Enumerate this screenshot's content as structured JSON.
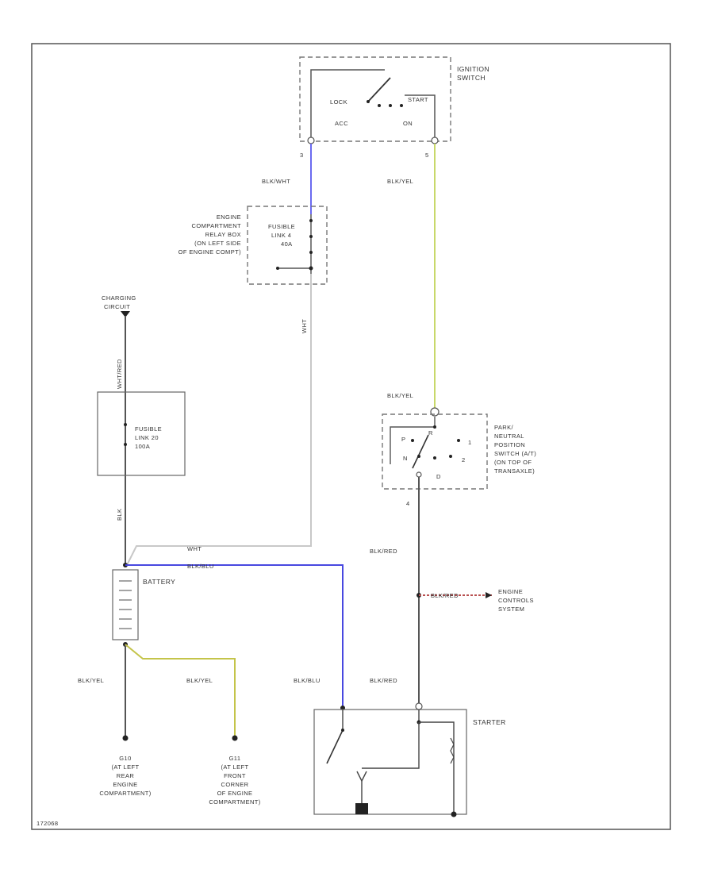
{
  "diagram_id": "172068",
  "colors": {
    "blk_wht": "#6a6af0",
    "blk_yel_top": "#c8d86a",
    "blk_yel_bottom": "#c4c44a",
    "blk_blu": "#4848e0",
    "wht": "#c8c8c8",
    "blk": "#555555",
    "blk_red_tap": "#b85050"
  },
  "ignition_switch": {
    "title_lines": [
      "IGNITION",
      "SWITCH"
    ],
    "positions": {
      "lock": "LOCK",
      "acc": "ACC",
      "on": "ON",
      "start": "START"
    },
    "pin_left": "3",
    "pin_right": "5",
    "wire_left": "BLK/WHT",
    "wire_right": "BLK/YEL"
  },
  "relay_box": {
    "title_lines": [
      "ENGINE",
      "COMPARTMENT",
      "RELAY BOX",
      "(ON LEFT SIDE",
      "OF ENGINE COMPT)"
    ],
    "fuse_lines": [
      "FUSIBLE",
      "LINK 4",
      "40A"
    ],
    "wire_out": "WHT"
  },
  "charging": {
    "title_lines": [
      "CHARGING",
      "CIRCUIT"
    ],
    "wire": "WHT/RED"
  },
  "fusible_link_20": {
    "lines": [
      "FUSIBLE",
      "LINK 20",
      "100A"
    ],
    "wire_below": "BLK"
  },
  "battery": {
    "label": "BATTERY",
    "wire_wht": "WHT",
    "wire_blu": "BLK/BLU"
  },
  "park_neutral": {
    "wire_top": "BLK/YEL",
    "title_lines": [
      "PARK/",
      "NEUTRAL",
      "POSITION",
      "SWITCH (A/T)",
      "(ON TOP OF",
      "TRANSAXLE)"
    ],
    "gear_letters": [
      "P",
      "R",
      "N",
      "D",
      "2",
      "1"
    ],
    "pin_bottom": "4",
    "wire_bottom": "BLK/RED"
  },
  "engine_controls": {
    "tap_wire": "BLK/RED",
    "lines": [
      "ENGINE",
      "CONTROLS",
      "SYSTEM"
    ]
  },
  "starter": {
    "label": "STARTER",
    "wire_left": "BLK/BLU",
    "wire_right": "BLK/RED"
  },
  "grounds": [
    {
      "wire": "BLK/YEL",
      "lines": [
        "G10",
        "(AT LEFT",
        "REAR",
        "ENGINE",
        "COMPARTMENT)"
      ]
    },
    {
      "wire": "BLK/YEL",
      "lines": [
        "G11",
        "(AT LEFT",
        "FRONT",
        "CORNER",
        "OF ENGINE",
        "COMPARTMENT)"
      ]
    }
  ]
}
